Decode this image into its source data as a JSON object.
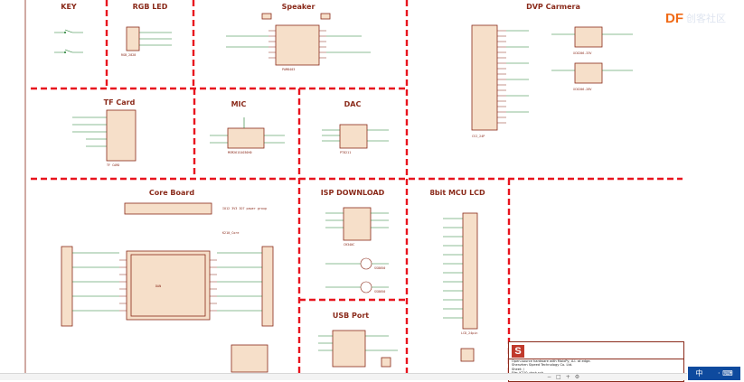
{
  "sections": {
    "key": "KEY",
    "rgb_led": "RGB LED",
    "speaker": "Speaker",
    "dvp_camera": "DVP Carmera",
    "tf_card": "TF Card",
    "mic": "MIC",
    "dac": "DAC",
    "core_board": "Core Board",
    "isp_download": "ISP DOWNLOAD",
    "mcu_lcd": "8bit MCU LCD",
    "usb_port": "USB Port"
  },
  "components": {
    "speaker_amp": "PAM8403",
    "mic_chip": "MSM261S4030H0",
    "dac_chip": "PT8211",
    "usb_serial": "CH340C",
    "camera_conn": "CSI_24P",
    "lcd_conn": "LCD_24pin",
    "core_module": "K210_Core",
    "core_note": "IO12 3V3 IO7 power group",
    "transistor_1": "SS8050",
    "transistor_2": "SS8050",
    "ldo_1": "XC6206-33V",
    "ldo_2": "XC6206-28V",
    "led": "RGB_2828",
    "tf_ref": "TF CARD"
  },
  "title_block": {
    "logo_letter": "S",
    "line1": "Open-source hardware with MaixPy, A.I. at edge.",
    "line2": "Shenzhen Sipeed Technology Co. Ltd.",
    "line3": "Sheet: /",
    "line4": "File: K210_dock.sch"
  },
  "branding": {
    "logo": "DF",
    "logo_suffix": "创客社区"
  },
  "taskbar": {
    "ime_label": "中",
    "ime_extra": "· ⌨"
  },
  "colors": {
    "divider": "#e8141e",
    "component_fill": "#f6dfc9",
    "component_stroke": "#8a2a1a",
    "wire": "#1a7a2a",
    "net_label": "#1a3fa6"
  }
}
